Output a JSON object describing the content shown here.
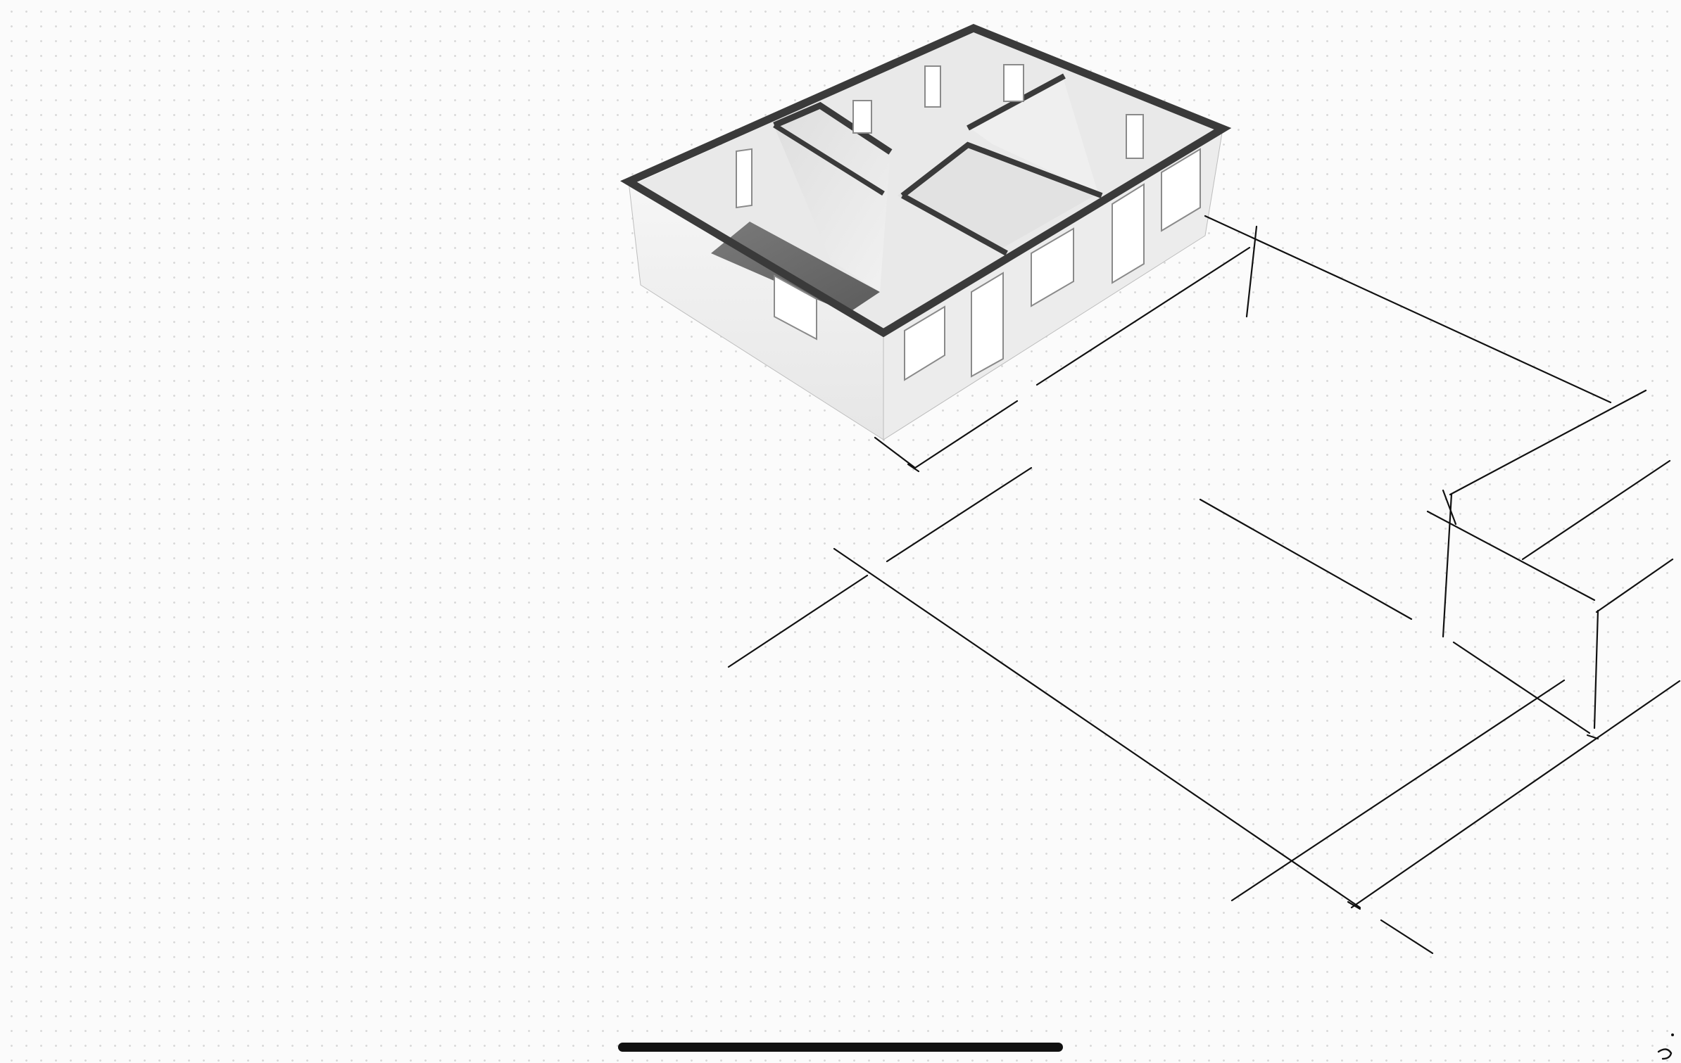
{
  "canvas": {
    "background": "#fbfbfb",
    "grid_dot_color": "#d9d9d9",
    "stroke_color": "#111111",
    "wall_top_color": "#3a3a3a",
    "wall_face_color": "#efefef",
    "floor_color": "#6a6a6a"
  },
  "model": {
    "type": "3d-floor-plan",
    "rooms": 5
  },
  "icons": {
    "home_indicator": "home-indicator-bar",
    "corner": "partial-glyph-icon"
  }
}
